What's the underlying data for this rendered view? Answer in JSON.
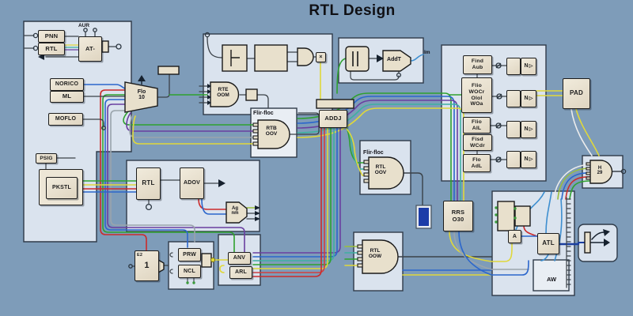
{
  "title": "RTL Design",
  "labels": {
    "pnn": "PNN",
    "rtl_top": "RTL",
    "aur": "AUR",
    "at": "AT-",
    "norico": "NORICO",
    "ml": "ML",
    "moflo": "MOFLO",
    "flo10": [
      "Flo",
      "10"
    ],
    "psig": "PSIG",
    "pkstl": "PKSTL",
    "rte_oom": [
      "RTE",
      "OOM"
    ],
    "flipfloc1": "Flir-floc",
    "rtb_oov": [
      "RTB",
      "OOV"
    ],
    "addj": "ADDJ",
    "addt": "AddT",
    "im": "Im",
    "xbox": "×",
    "rtl_mid": "RTL",
    "adov": "ADOV",
    "ag_nm": [
      "Ag",
      "nm"
    ],
    "flipfloc2": "Flir-floc",
    "rtl_oov": [
      "RTL",
      "OOV"
    ],
    "rtl_oow": [
      "RTL",
      "OOW"
    ],
    "find_aub": [
      "Find",
      "Aub"
    ],
    "flio_wocr": [
      "Flio",
      "WOCr",
      "Olol",
      "WOa"
    ],
    "flio_ail": [
      "Flio",
      "AIL"
    ],
    "fisd_wcdr": [
      "Fisd",
      "WCdr"
    ],
    "flo_adl": [
      "Flo",
      "AdL"
    ],
    "n_ff": "N",
    "n_tri": "▷",
    "pad": "PAD",
    "h29": [
      "H",
      "29"
    ],
    "rrs_o30": [
      "RRS",
      "O30"
    ],
    "e2_tag": "E2",
    "e2_value": "1",
    "prw": "PRW",
    "ncl": "NCL",
    "anv": "ANV",
    "arl": "ARL",
    "atl": "ATL",
    "aw": "AW",
    "a_small": "A"
  },
  "colors": {
    "background": "#7E9CB9",
    "panel": "#DAE3EE",
    "panel_light": "#E9EEF4",
    "component": "#E8E0CC",
    "wire_red": "#CC2B2B",
    "wire_red2": "#D04040",
    "wire_green": "#2FA12F",
    "wire_blue": "#2B66CC",
    "wire_lightblue": "#3E8FD0",
    "wire_yellow": "#E0D83A",
    "wire_purple": "#6A3FA0",
    "wire_teal": "#3FB0A0",
    "wire_gray": "#9AA4AC",
    "wire_navy": "#1B3FA0",
    "wire_white": "#ECECEC",
    "wire_yellowgreen": "#9BBF3B",
    "wire_dark": "#3A4148"
  }
}
